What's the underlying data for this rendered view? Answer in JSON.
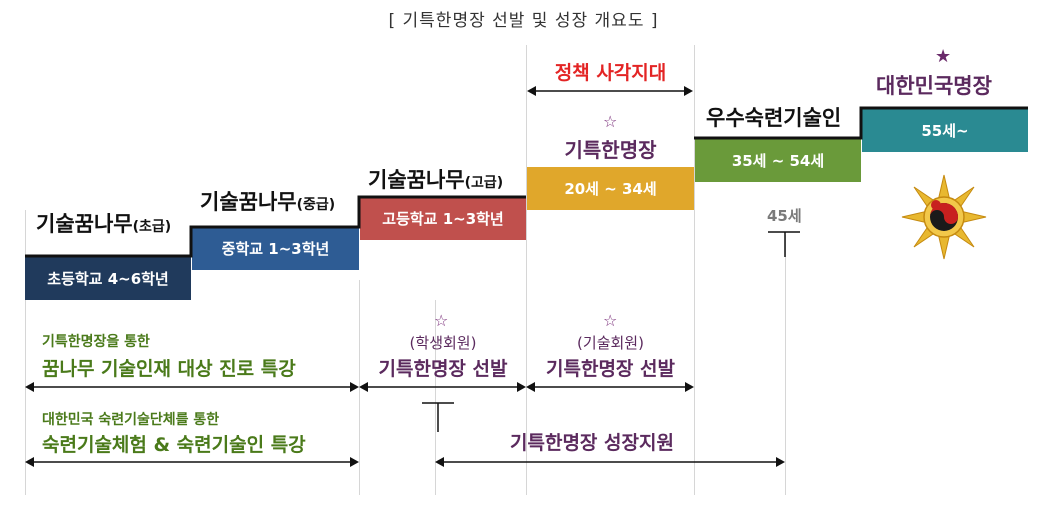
{
  "title": "[ 기특한명장 선발 및 성장 개요도 ]",
  "stages": [
    {
      "name": "기술꿈나무",
      "level": "(초급)",
      "box": "초등학교 4~6학년",
      "color": "#203a5c"
    },
    {
      "name": "기술꿈나무",
      "level": "(중급)",
      "box": "중학교 1~3학년",
      "color": "#2e5c94"
    },
    {
      "name": "기술꿈나무",
      "level": "(고급)",
      "box": "고등학교 1~3학년",
      "color": "#c0504d"
    },
    {
      "name": "기특한명장",
      "level": "",
      "box": "20세 ~ 34세",
      "color": "#e0a72b"
    },
    {
      "name": "우수숙련기술인",
      "level": "",
      "box": "35세 ~ 54세",
      "color": "#6a9a3a"
    },
    {
      "name": "대한민국명장",
      "level": "",
      "box": "55세~",
      "color": "#2a8a92"
    }
  ],
  "policy_gap": "정책 사각지대",
  "age45": "45세",
  "star_outline": "☆",
  "star_filled": "★",
  "programs": {
    "career_lecture_line1": "기특한명장을 통한",
    "career_lecture_line2": "꿈나무 기술인재 대상 진로 특강",
    "experience_line1": "대한민국 숙련기술단체를 통한",
    "experience_line2": "숙련기술체험 & 숙련기술인 특강",
    "student_member": "(학생회원)",
    "student_selection": "기특한명장 선발",
    "tech_member": "(기술회원)",
    "tech_selection": "기특한명장 선발",
    "growth_support": "기특한명장 성장지원"
  },
  "colors": {
    "accent_red": "#e32424",
    "purple": "#5b2a5e",
    "green": "#4a7a1a"
  }
}
